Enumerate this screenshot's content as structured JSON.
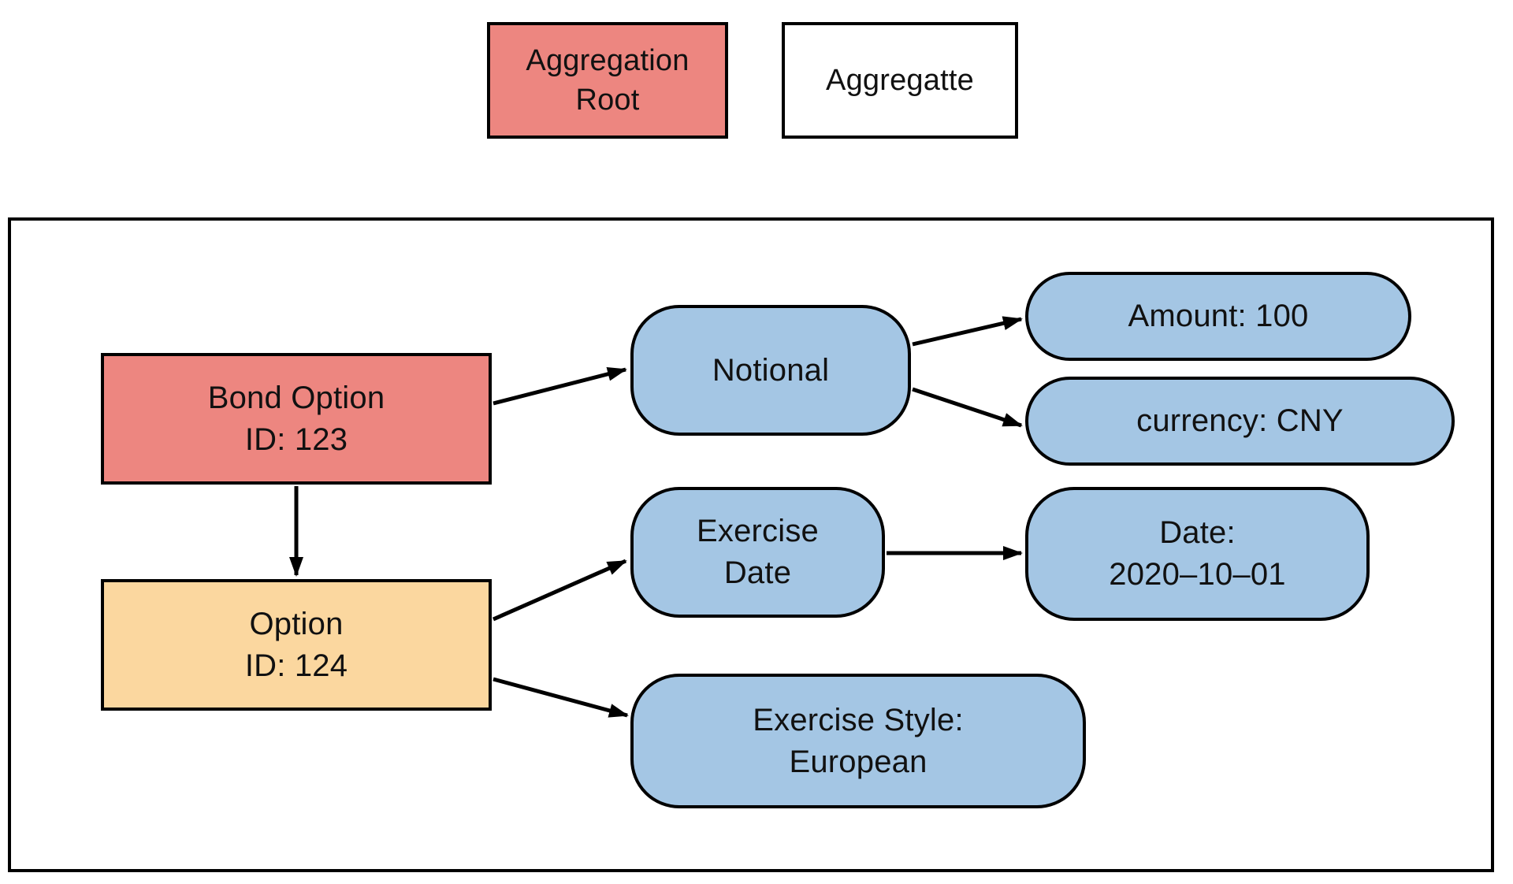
{
  "legend": {
    "aggregation_root_label": "Aggregation Root",
    "aggregate_label": "Aggregatte"
  },
  "colors": {
    "aggregation_root_fill": "#ED8680",
    "entity_fill": "#FBD79F",
    "value_fill": "#A4C6E4",
    "border": "#000000",
    "background": "#FFFFFF"
  },
  "nodes": {
    "bond_option": {
      "line1": "Bond Option",
      "line2": "ID: 123"
    },
    "option": {
      "line1": "Option",
      "line2": "ID: 124"
    },
    "notional": {
      "line1": "Notional"
    },
    "amount": {
      "line1": "Amount: 100"
    },
    "currency": {
      "line1": "currency: CNY"
    },
    "exercise_date": {
      "line1": "Exercise",
      "line2": "Date"
    },
    "date": {
      "line1": "Date:",
      "line2": "2020–10–01"
    },
    "exercise_style": {
      "line1": "Exercise Style:",
      "line2": "European"
    }
  }
}
